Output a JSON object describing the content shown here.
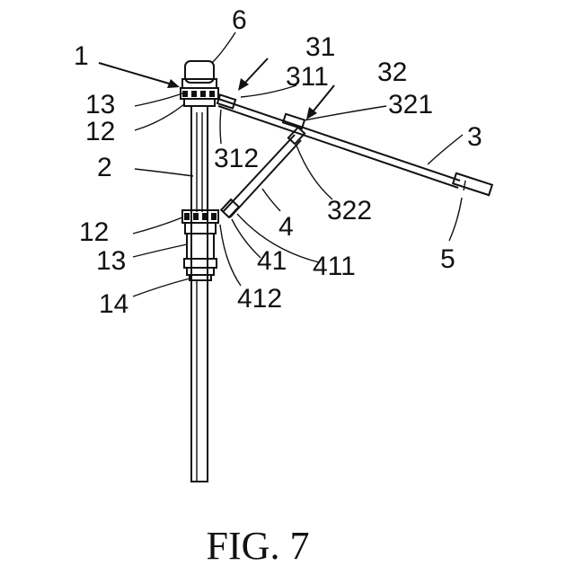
{
  "figure": {
    "caption": "FIG. 7",
    "reference_numerals": [
      "1",
      "6",
      "31",
      "311",
      "32",
      "321",
      "13",
      "12",
      "312",
      "2",
      "3",
      "322",
      "4",
      "12",
      "41",
      "411",
      "13",
      "5",
      "412",
      "14"
    ]
  }
}
